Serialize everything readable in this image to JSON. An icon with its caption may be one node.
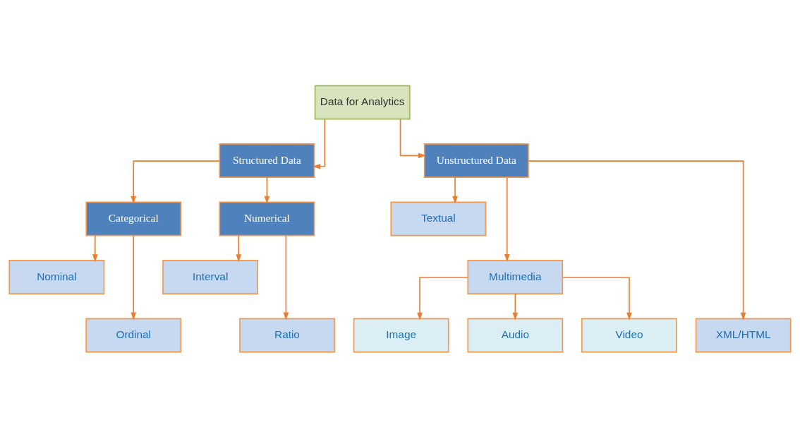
{
  "diagram": {
    "nodes": [
      {
        "text": [
          "Data for Analytics"
        ]
      },
      {
        "text": [
          "Structured Data"
        ]
      },
      {
        "text": [
          "Unstructured Data"
        ]
      },
      {
        "text": [
          "Categorical"
        ]
      },
      {
        "text": [
          "Numerical"
        ]
      },
      {
        "text": [
          "Nominal"
        ]
      },
      {
        "text": [
          "Ordinal"
        ]
      },
      {
        "text": [
          "Interval"
        ]
      },
      {
        "text": [
          "Ratio"
        ]
      },
      {
        "text": [
          "Textual"
        ]
      },
      {
        "text": [
          "Multimedia"
        ]
      },
      {
        "text": [
          "XML/HTML"
        ]
      },
      {
        "text": [
          "Image"
        ]
      },
      {
        "text": [
          "Audio"
        ]
      },
      {
        "text": [
          "Video"
        ]
      }
    ],
    "edges": [
      {
        "from": 0,
        "to": 1,
        "arrow": "to"
      },
      {
        "from": 0,
        "to": 2,
        "arrow": "to"
      },
      {
        "from": 1,
        "to": 3,
        "arrow": "to"
      },
      {
        "from": 1,
        "to": 4,
        "arrow": "to"
      },
      {
        "from": 3,
        "to": 5,
        "arrow": "to"
      },
      {
        "from": 3,
        "to": 6,
        "arrow": "to"
      },
      {
        "from": 4,
        "to": 7,
        "arrow": "to"
      },
      {
        "from": 4,
        "to": 8,
        "arrow": "to"
      },
      {
        "from": 2,
        "to": 9,
        "arrow": "to"
      },
      {
        "from": 2,
        "to": 10,
        "arrow": "to"
      },
      {
        "from": 2,
        "to": 11,
        "arrow": "to"
      },
      {
        "from": 10,
        "to": 12,
        "arrow": "to"
      },
      {
        "from": 10,
        "to": 13,
        "arrow": "to"
      },
      {
        "from": 10,
        "to": 14,
        "arrow": "to"
      }
    ]
  }
}
